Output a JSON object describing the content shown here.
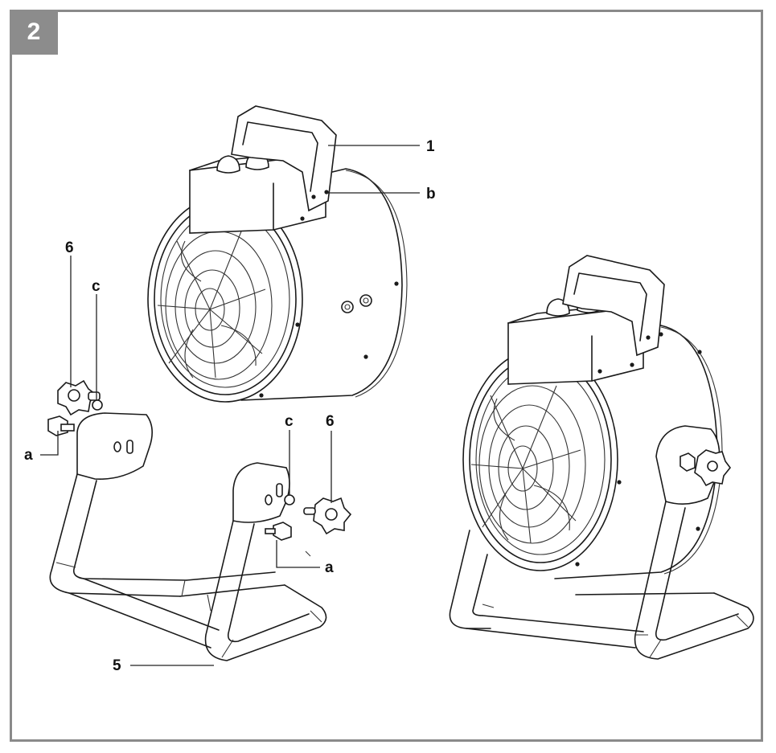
{
  "figure": {
    "number": "2"
  },
  "callouts": {
    "handle": "1",
    "screw_b": "b",
    "knob_left": "6",
    "spacer_left": "c",
    "bolt_left": "a",
    "spacer_right": "c",
    "knob_right": "6",
    "bolt_right": "a",
    "stand": "5"
  },
  "icons": [
    "heater-unit",
    "stand-frame",
    "knob",
    "bolt",
    "spacer"
  ]
}
